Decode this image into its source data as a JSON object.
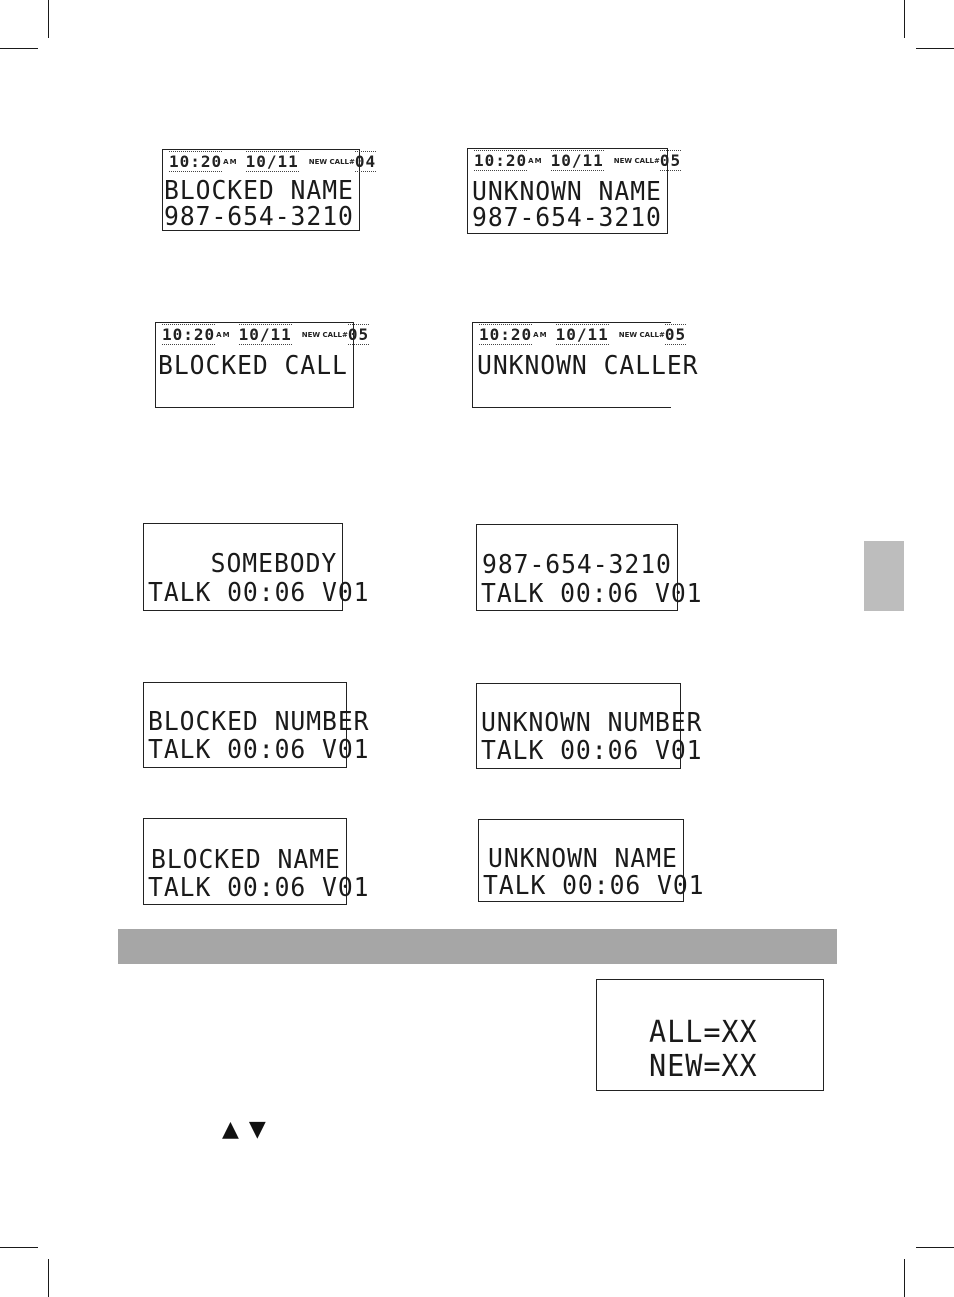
{
  "displays": [
    {
      "id": "blocked-name",
      "time": "10:20",
      "ampm": "AM",
      "date": "10/11",
      "newcall": "NEW CALL#",
      "num": "04",
      "line1": "BLOCKED NAME",
      "line2": "987-654-3210"
    },
    {
      "id": "unknown-name",
      "time": "10:20",
      "ampm": "AM",
      "date": "10/11",
      "newcall": "NEW CALL#",
      "num": "05",
      "line1": "UNKNOWN NAME",
      "line2": "987-654-3210"
    },
    {
      "id": "blocked-call",
      "time": "10:20",
      "ampm": "AM",
      "date": "10/11",
      "newcall": "NEW CALL#",
      "num": "05",
      "line1": "BLOCKED CALL"
    },
    {
      "id": "unknown-caller",
      "time": "10:20",
      "ampm": "AM",
      "date": "10/11",
      "newcall": "NEW CALL#",
      "num": "05",
      "line1": "UNKNOWN CALLER"
    },
    {
      "id": "talk-somebody",
      "line1": "SOMEBODY",
      "line2": "TALK 00:06 V01"
    },
    {
      "id": "talk-number",
      "line1": "987-654-3210",
      "line2": "TALK 00:06 V01"
    },
    {
      "id": "talk-blocked-number",
      "line1": "BLOCKED NUMBER",
      "line2": "TALK 00:06 V01"
    },
    {
      "id": "talk-unknown-number",
      "line1": "UNKNOWN NUMBER",
      "line2": "TALK 00:06 V01"
    },
    {
      "id": "talk-blocked-name",
      "line1": "BLOCKED NAME",
      "line2": "TALK 00:06 V01"
    },
    {
      "id": "talk-unknown-name",
      "line1": "UNKNOWN NAME",
      "line2": "TALK 00:06 V01"
    },
    {
      "id": "summary",
      "line1": "ALL=XX",
      "line2": "NEW=XX"
    }
  ],
  "arrows": {
    "up": "▲",
    "down": "▼"
  },
  "colors": {
    "section_band": "#a6a6a6",
    "side_tab": "#bdbdbd"
  }
}
